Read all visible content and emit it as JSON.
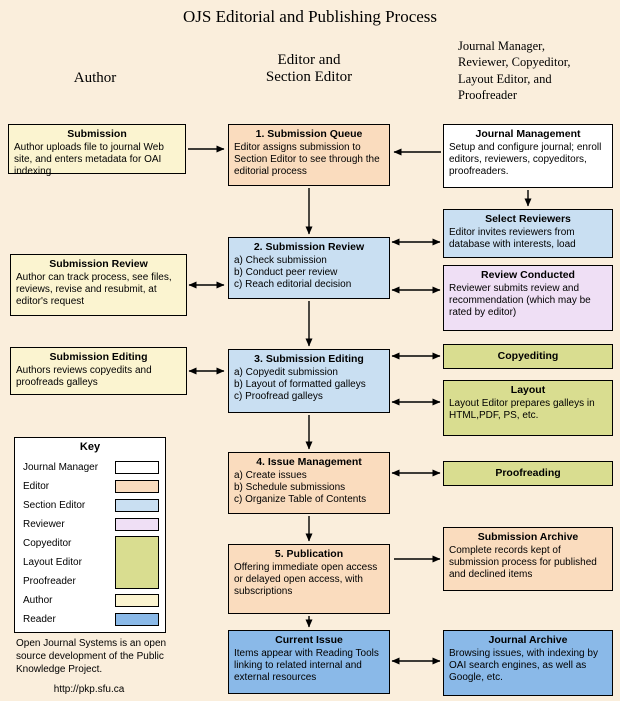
{
  "header": {
    "title": "OJS Editorial and Publishing Process",
    "col_author": "Author",
    "col_editor": "Editor and\nSection Editor",
    "col_right": "Journal Manager,\nReviewer, Copyeditor,\nLayout Editor, and\nProofreader"
  },
  "colors": {
    "background": "#FAEEDC",
    "journal_manager": "#FFFFFF",
    "editor": "#FADCBE",
    "section_editor": "#C9DFF2",
    "reviewer": "#EFDFF5",
    "copyeditor": "#D9DD90",
    "author": "#FBF4D0",
    "reader": "#8AB9E8"
  },
  "flow": {
    "author": {
      "submission": {
        "title": "Submission",
        "body": "Author uploads file to journal Web site, and enters metadata for OAI indexing"
      },
      "submission_review": {
        "title": "Submission Review",
        "body": "Author can track process, see files, reviews, revise and resubmit, at editor's request"
      },
      "submission_editing": {
        "title": "Submission Editing",
        "body": "Authors reviews copyedits and proofreads galleys"
      }
    },
    "editor": {
      "queue": {
        "title": "1. Submission Queue",
        "body": "Editor assigns submission to Section Editor to see through the editorial process"
      },
      "review": {
        "title": "2. Submission Review",
        "body": "a) Check submission\nb) Conduct peer review\nc) Reach editorial decision"
      },
      "editing": {
        "title": "3. Submission Editing",
        "body": "a) Copyedit submission\nb) Layout of formatted galleys\nc) Proofread galleys"
      },
      "issue": {
        "title": "4. Issue Management",
        "body": "a) Create issues\nb) Schedule submissions\nc) Organize Table of Contents"
      },
      "publication": {
        "title": "5. Publication",
        "body": "Offering immediate open access or delayed open access, with subscriptions"
      },
      "current_issue": {
        "title": "Current Issue",
        "body": "Items appear with Reading Tools linking to related internal and external resources"
      }
    },
    "right": {
      "journal_management": {
        "title": "Journal Management",
        "body": "Setup and configure journal; enroll editors, reviewers, copyeditors, proofreaders."
      },
      "select_reviewers": {
        "title": "Select Reviewers",
        "body": "Editor invites reviewers from database with interests, load"
      },
      "review_conducted": {
        "title": "Review Conducted",
        "body": "Reviewer submits review and recommendation (which may be rated by editor)"
      },
      "copyediting": {
        "title": "Copyediting",
        "body": ""
      },
      "layout": {
        "title": "Layout",
        "body": "Layout Editor prepares galleys in HTML,PDF, PS, etc."
      },
      "proofreading": {
        "title": "Proofreading",
        "body": ""
      },
      "submission_archive": {
        "title": "Submission Archive",
        "body": "Complete records kept of submission process for published and declined items"
      },
      "journal_archive": {
        "title": "Journal Archive",
        "body": "Browsing issues, with indexing by OAI search engines, as well as Google, etc."
      }
    }
  },
  "key": {
    "title": "Key",
    "entries": [
      {
        "label": "Journal Manager",
        "color": "#FFFFFF"
      },
      {
        "label": "Editor",
        "color": "#FADCBE"
      },
      {
        "label": "Section Editor",
        "color": "#C9DFF2"
      },
      {
        "label": "Reviewer",
        "color": "#EFDFF5"
      },
      {
        "label": "Copyeditor",
        "color": "#D9DD90"
      },
      {
        "label": "Layout Editor",
        "color": "#D9DD90"
      },
      {
        "label": "Proofreader",
        "color": "#D9DD90"
      },
      {
        "label": "Author",
        "color": "#FBF4D0"
      },
      {
        "label": "Reader",
        "color": "#8AB9E8"
      }
    ],
    "note": "Open Journal Systems is an open source development of the Public Knowledge Project.",
    "url": "http://pkp.sfu.ca"
  }
}
